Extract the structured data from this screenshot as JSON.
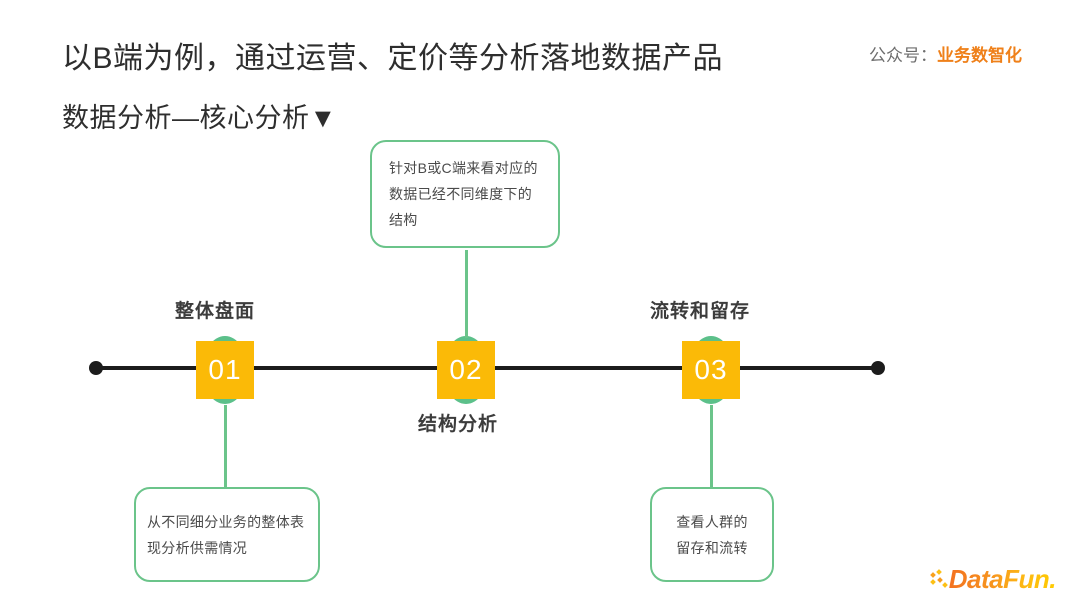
{
  "header": {
    "title": "以B端为例，通过运营、定价等分析落地数据产品",
    "subtitle": "数据分析—核心分析▼",
    "wechat_label": "公众号：",
    "wechat_name": "业务数智化"
  },
  "timeline": {
    "stages": [
      {
        "number": "01",
        "caption": "整体盘面",
        "caption_position": "above"
      },
      {
        "number": "02",
        "caption": "结构分析",
        "caption_position": "below"
      },
      {
        "number": "03",
        "caption": "流转和留存",
        "caption_position": "above"
      }
    ]
  },
  "callouts": {
    "stage1": "从不同细分业务的整体表现分析供需情况",
    "stage2": "针对B或C端来看对应的数据已经不同维度下的结构",
    "stage3": "查看人群的留存和流转"
  },
  "logo": {
    "text": "DataFun."
  },
  "colors": {
    "marker_fill": "#fbba07",
    "marker_halo": "#5cc08a",
    "callout_border": "#6bc48a",
    "connector": "#6bc48a",
    "axis": "#1c1c1c",
    "accent_orange": "#ef8019",
    "heading_text": "#2e2e2e"
  }
}
